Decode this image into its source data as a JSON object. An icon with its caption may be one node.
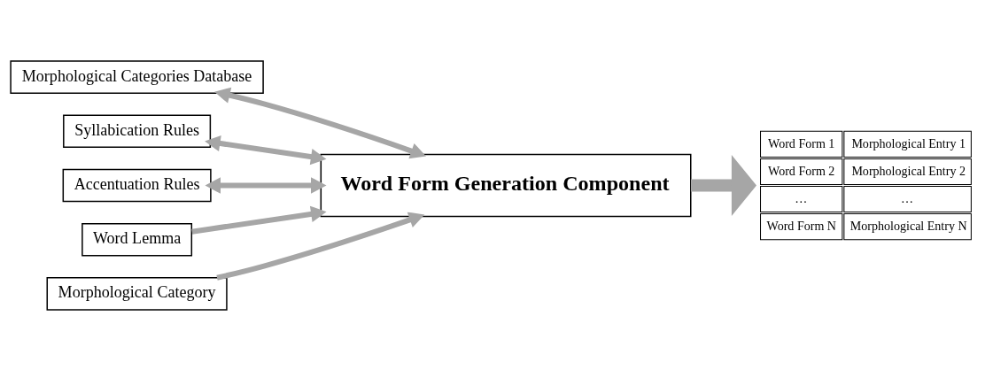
{
  "diagram": {
    "nodes": [
      {
        "text": [
          "Morphological Categories Database"
        ]
      },
      {
        "text": [
          "Syllabication Rules"
        ]
      },
      {
        "text": [
          "Accentuation Rules"
        ]
      },
      {
        "text": [
          "Word Form Generation Component"
        ]
      },
      {
        "text": [
          "Word Lemma"
        ]
      },
      {
        "text": [
          "Morphological Category"
        ]
      },
      {
        "text": [
          "Word Form 1",
          "Morphological Entry 1",
          "Word Form 2",
          "Morphological Entry 2",
          "…",
          "…",
          "Word Form N",
          "Morphological Entry N"
        ]
      }
    ],
    "edges": [
      {
        "from": 0,
        "to": 3,
        "arrow": "both"
      },
      {
        "from": 1,
        "to": 3,
        "arrow": "both"
      },
      {
        "from": 2,
        "to": 3,
        "arrow": "both"
      },
      {
        "from": 4,
        "to": 3,
        "arrow": "to"
      },
      {
        "from": 5,
        "to": 3,
        "arrow": "to"
      },
      {
        "from": 3,
        "to": 6,
        "arrow": "to",
        "style": "thick"
      }
    ]
  }
}
